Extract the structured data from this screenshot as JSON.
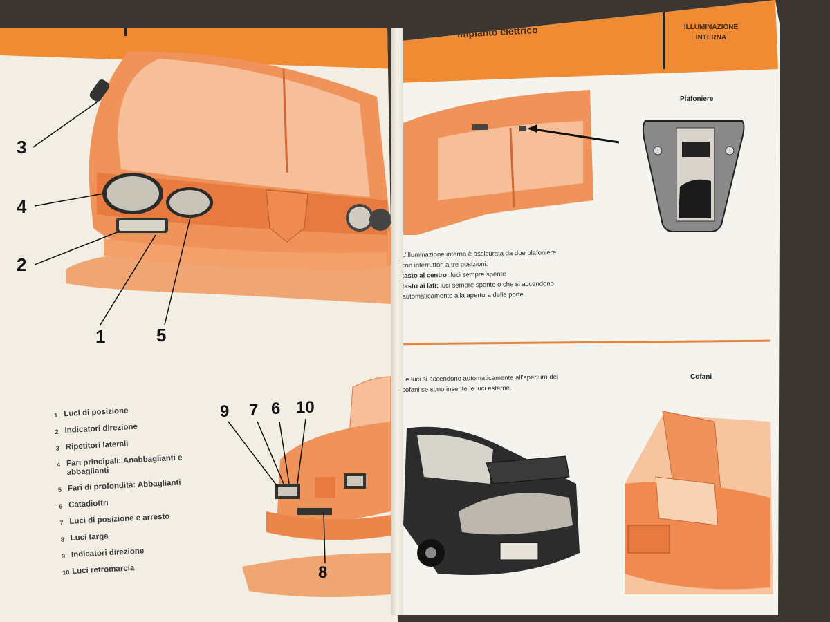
{
  "left_page": {
    "header_title": "Impianto elettrico",
    "callouts": [
      "3",
      "4",
      "2",
      "1",
      "5",
      "9",
      "7",
      "6",
      "10",
      "8"
    ],
    "legend": [
      {
        "num": "1",
        "text": "Luci di posizione"
      },
      {
        "num": "2",
        "text": "Indicatori direzione"
      },
      {
        "num": "3",
        "text": "Ripetitori laterali"
      },
      {
        "num": "4",
        "text": "Fari principali: Anabbaglianti e abbaglianti"
      },
      {
        "num": "5",
        "text": "Fari di profondità: Abbaglianti"
      },
      {
        "num": "6",
        "text": "Catadiottri"
      },
      {
        "num": "7",
        "text": "Luci di posizione e arresto"
      },
      {
        "num": "8",
        "text": "Luci targa"
      },
      {
        "num": "9",
        "text": "Indicatori direzione"
      },
      {
        "num": "10",
        "text": "Luci retromarcia"
      }
    ]
  },
  "right_page": {
    "header_title": "Impianto elettrico",
    "section_tab": "ILLUMINAZIONE INTERNA",
    "plafoniere_caption": "Plafoniere",
    "interior_text": "L'illuminazione interna è assicurata da due plafoniere con interruttori a tre posizioni:",
    "positions": [
      {
        "label": "tasto al centro:",
        "text": "luci sempre spente"
      },
      {
        "label": "tasto ai lati:",
        "text": "luci sempre spente o che si accendono automaticamente alla apertura delle porte."
      }
    ],
    "cofani_caption": "Cofani",
    "cofani_text": "Le luci si accendono automaticamente all'apertura dei cofani se sono inserite le luci esterne."
  },
  "colors": {
    "accent_orange": "#f08a33",
    "paper": "#f2eee4",
    "background": "#3b3631"
  }
}
